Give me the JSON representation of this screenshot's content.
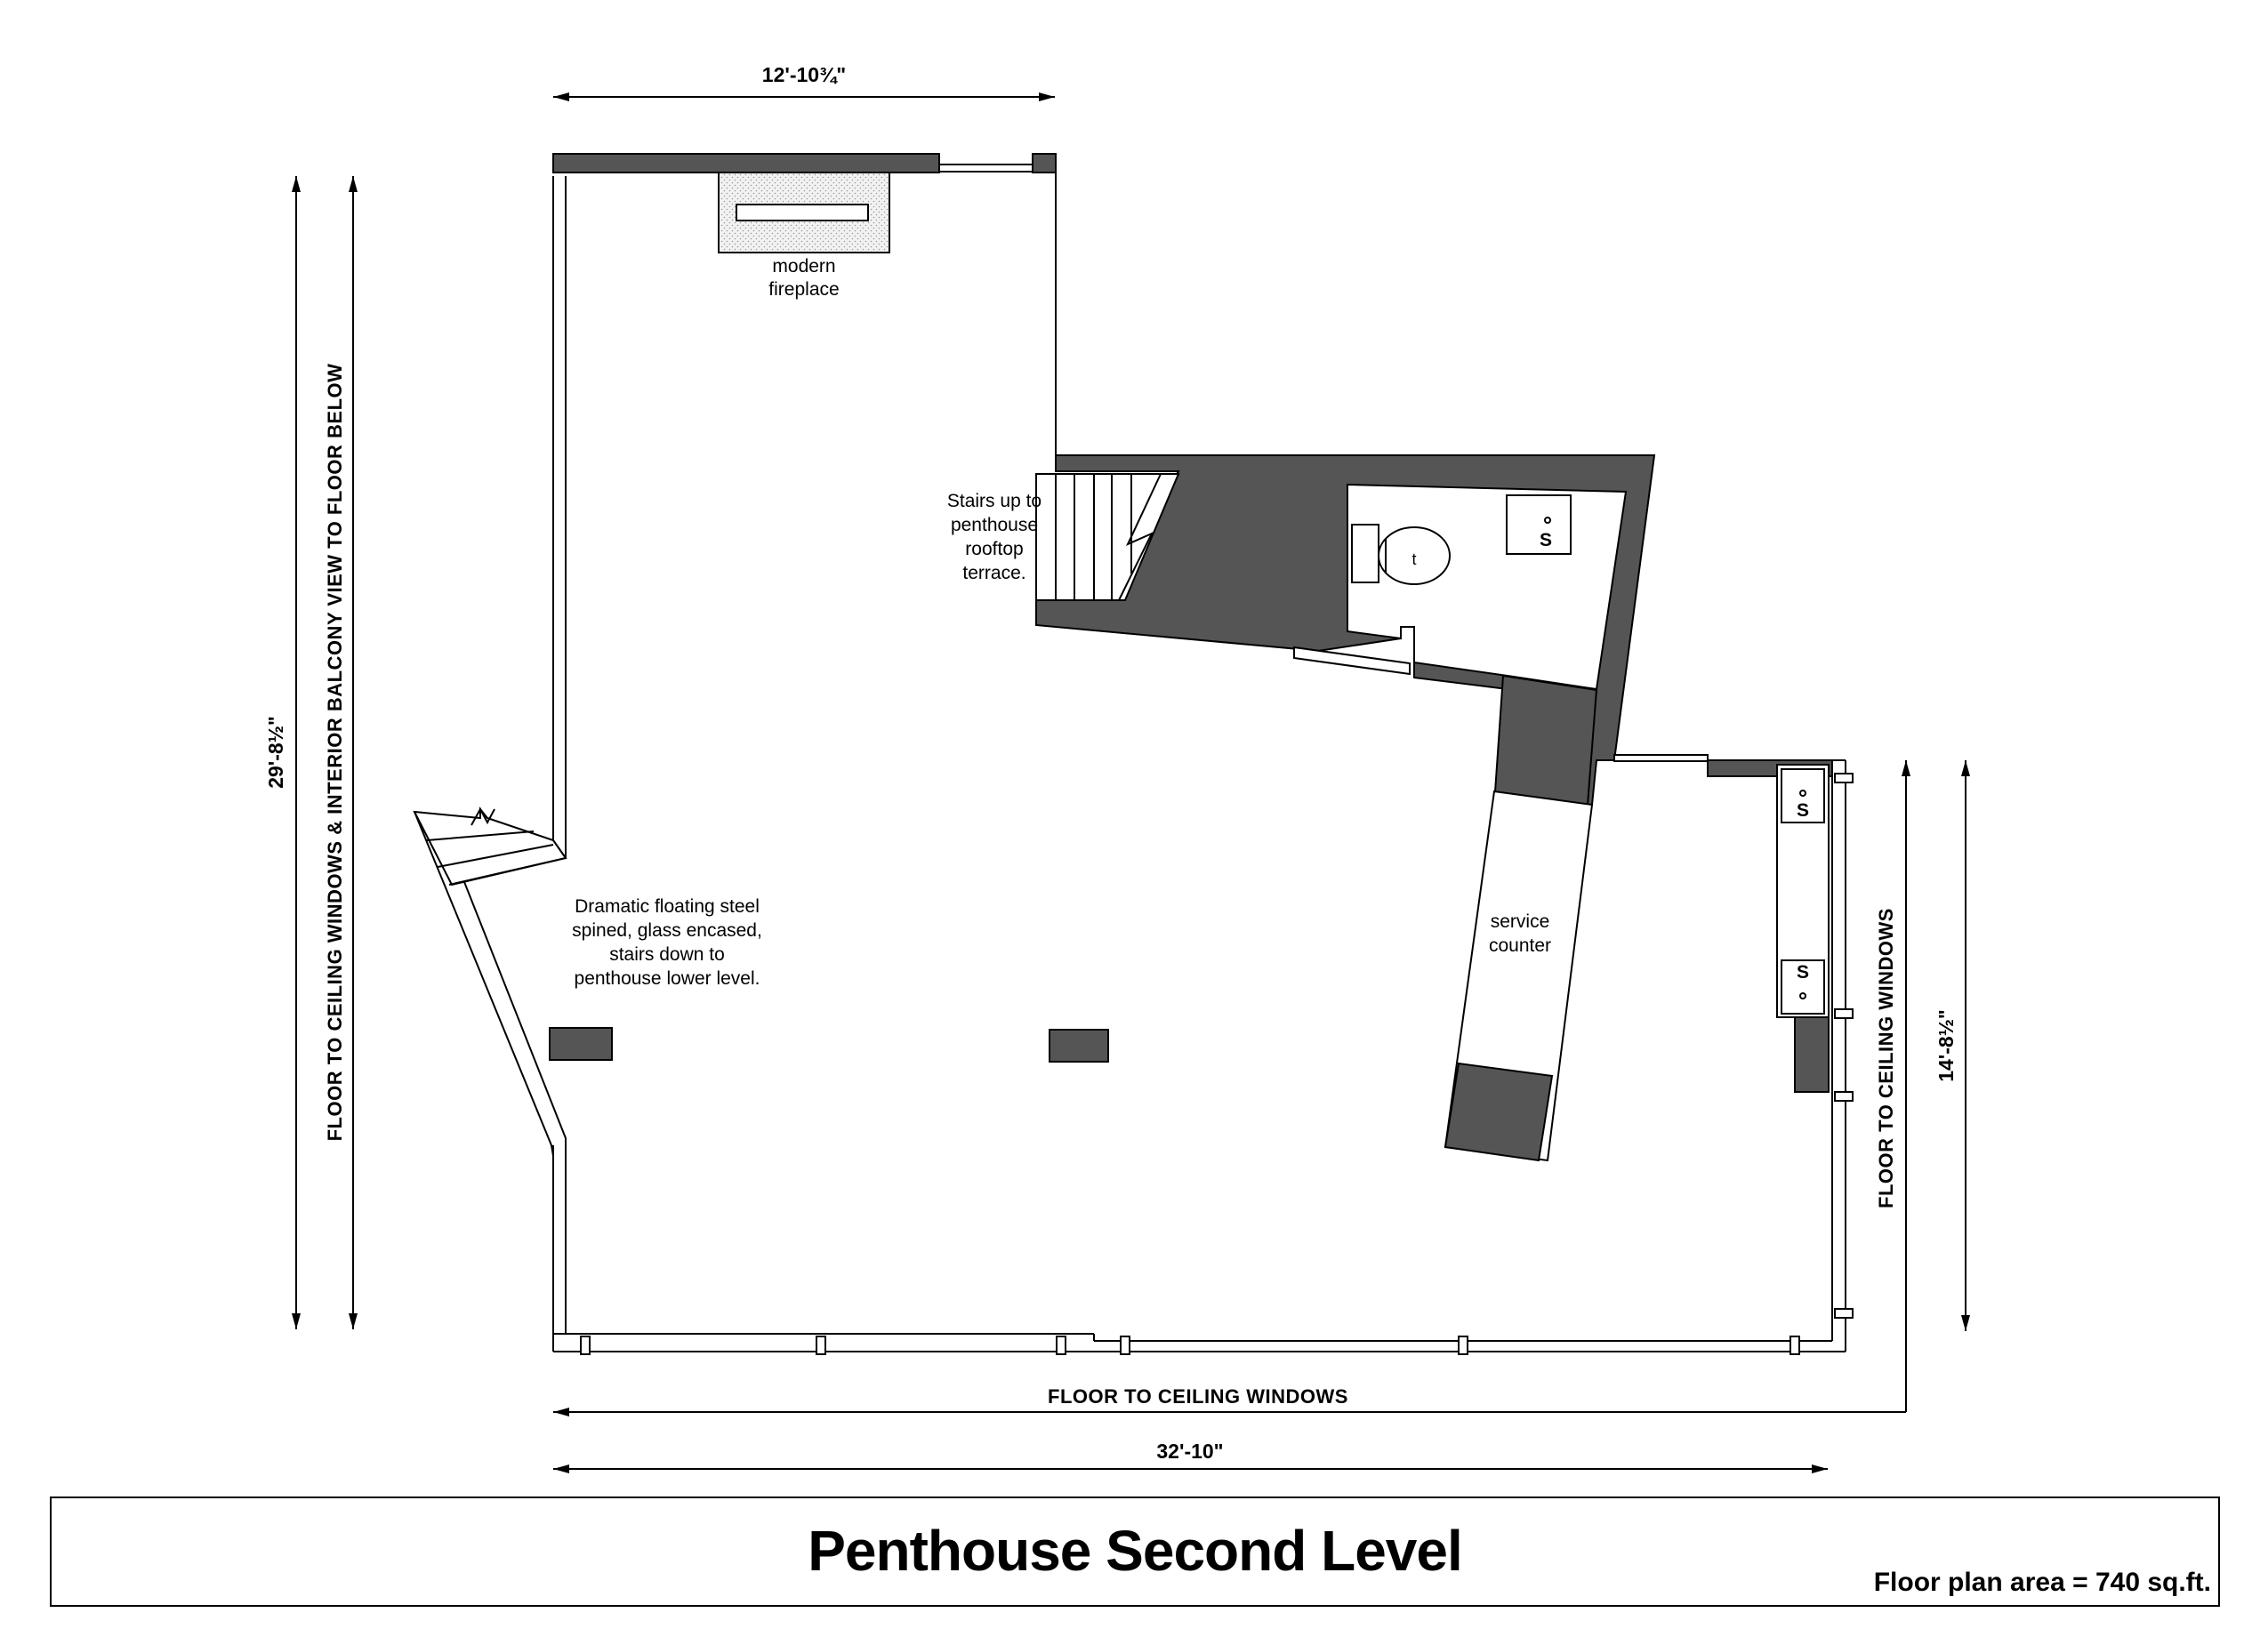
{
  "plan": {
    "dimensions": {
      "top_width": "12'-10¾\"",
      "left_height": "29'-8½\"",
      "right_height": "14'-8½\"",
      "bottom_width": "32'-10\""
    },
    "labels": {
      "fireplace_1": "modern",
      "fireplace_2": "fireplace",
      "stairs_up_1": "Stairs up to",
      "stairs_up_2": "penthouse",
      "stairs_up_3": "rooftop",
      "stairs_up_4": "terrace.",
      "stairs_down_1": "Dramatic floating steel",
      "stairs_down_2": "spined, glass encased,",
      "stairs_down_3": "stairs down to",
      "stairs_down_4": "penthouse lower level.",
      "counter_1": "service",
      "counter_2": "counter",
      "sink_label": "S"
    },
    "windows": {
      "left": "FLOOR TO CEILING WINDOWS & INTERIOR BALCONY VIEW TO FLOOR BELOW",
      "right": "FLOOR TO CEILING WINDOWS",
      "bottom": "FLOOR TO CEILING WINDOWS"
    },
    "colors": {
      "wall": "#555555",
      "fixture": "#e8e8e8"
    }
  },
  "title_block": {
    "title": "Penthouse Second Level",
    "area": "Floor plan area = 740 sq.ft."
  }
}
